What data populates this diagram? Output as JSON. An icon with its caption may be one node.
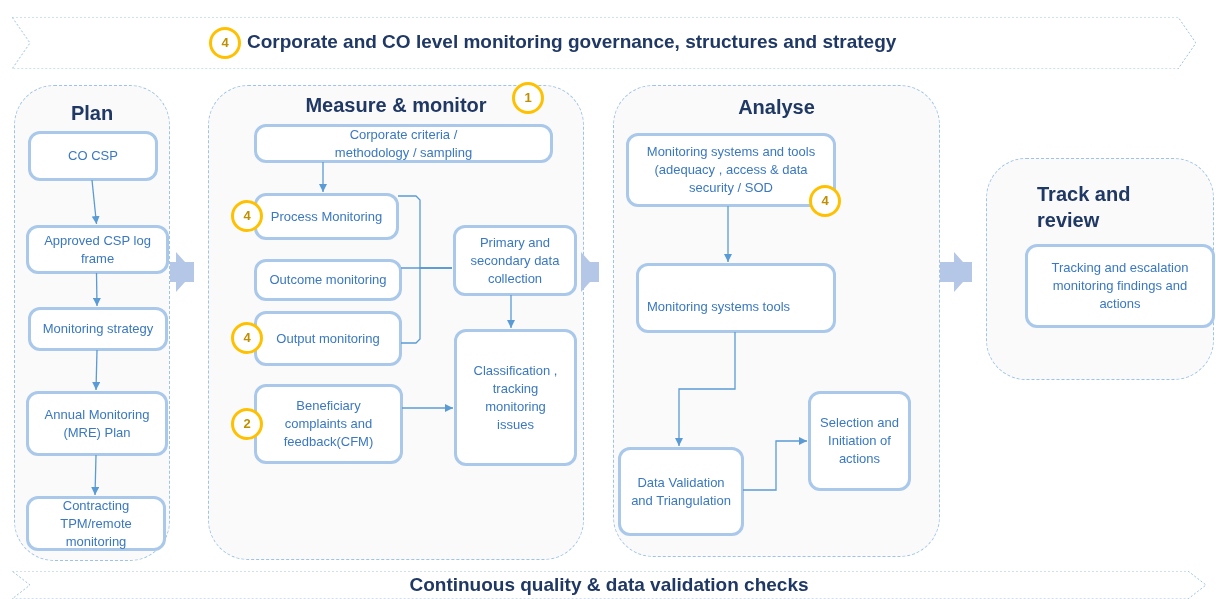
{
  "diagram": {
    "nodes": [
      {
        "text": [
          "Corporate and CO level monitoring governance, structures and strategy"
        ]
      },
      {
        "text": [
          "4"
        ],
        "in": 0
      },
      {
        "text": [
          "Plan"
        ]
      },
      {
        "text": [
          "CO CSP"
        ],
        "in": 2
      },
      {
        "text": [
          "Approved CSP log frame"
        ],
        "in": 2
      },
      {
        "text": [
          "Monitoring strategy"
        ],
        "in": 2
      },
      {
        "text": [
          "Annual Monitoring (MRE) Plan"
        ],
        "in": 2
      },
      {
        "text": [
          "Contracting TPM/remote monitoring"
        ],
        "in": 2
      },
      {
        "text": [
          "Measure & monitor"
        ]
      },
      {
        "text": [
          "1"
        ],
        "in": 8
      },
      {
        "text": [
          "Corporate criteria / methodology / sampling"
        ],
        "in": 8
      },
      {
        "text": [
          "Process Monitoring"
        ],
        "in": 8
      },
      {
        "text": [
          "4"
        ],
        "in": 8
      },
      {
        "text": [
          "Outcome monitoring"
        ],
        "in": 8
      },
      {
        "text": [
          "Output monitoring"
        ],
        "in": 8
      },
      {
        "text": [
          "4"
        ],
        "in": 8
      },
      {
        "text": [
          "Beneficiary complaints and feedback(CFM)"
        ],
        "in": 8
      },
      {
        "text": [
          "2"
        ],
        "in": 8
      },
      {
        "text": [
          "Primary and secondary data collection"
        ],
        "in": 8
      },
      {
        "text": [
          "Classification , tracking monitoring issues"
        ],
        "in": 8
      },
      {
        "text": [
          "Analyse"
        ]
      },
      {
        "text": [
          "Monitoring systems and tools (adequacy , access & data security / SOD"
        ],
        "in": 20
      },
      {
        "text": [
          "4"
        ],
        "in": 20
      },
      {
        "text": [
          "Monitoring systems tools"
        ],
        "in": 20
      },
      {
        "text": [
          "Data Validation and Triangulation"
        ],
        "in": 20
      },
      {
        "text": [
          "Selection and Initiation of actions"
        ],
        "in": 20
      },
      {
        "text": [
          "Track and review"
        ]
      },
      {
        "text": [
          "Tracking and escalation monitoring findings and actions"
        ],
        "in": 26
      },
      {
        "text": [
          "Continuous quality & data validation checks"
        ]
      }
    ],
    "edges": [
      {
        "from": 3,
        "to": 4,
        "arrow": "to"
      },
      {
        "from": 4,
        "to": 5,
        "arrow": "to"
      },
      {
        "from": 5,
        "to": 6,
        "arrow": "to"
      },
      {
        "from": 6,
        "to": 7,
        "arrow": "to"
      },
      {
        "from": 2,
        "to": 8,
        "arrow": "to",
        "style": "thick",
        "color": "#b4c7e7"
      },
      {
        "from": 10,
        "to": 11,
        "arrow": "to"
      },
      {
        "from": 11,
        "to": 18,
        "arrow": "none"
      },
      {
        "from": 13,
        "to": 18,
        "arrow": "none"
      },
      {
        "from": 14,
        "to": 18,
        "arrow": "none"
      },
      {
        "from": 18,
        "to": 19,
        "arrow": "to"
      },
      {
        "from": 16,
        "to": 19,
        "arrow": "to"
      },
      {
        "from": 8,
        "to": 20,
        "arrow": "to",
        "style": "thick",
        "color": "#b4c7e7"
      },
      {
        "from": 20,
        "to": 26,
        "arrow": "to",
        "style": "thick",
        "color": "#b4c7e7"
      },
      {
        "from": 21,
        "to": 23,
        "arrow": "to"
      },
      {
        "from": 23,
        "to": 24,
        "arrow": "to"
      },
      {
        "from": 24,
        "to": 25,
        "arrow": "to"
      }
    ]
  }
}
